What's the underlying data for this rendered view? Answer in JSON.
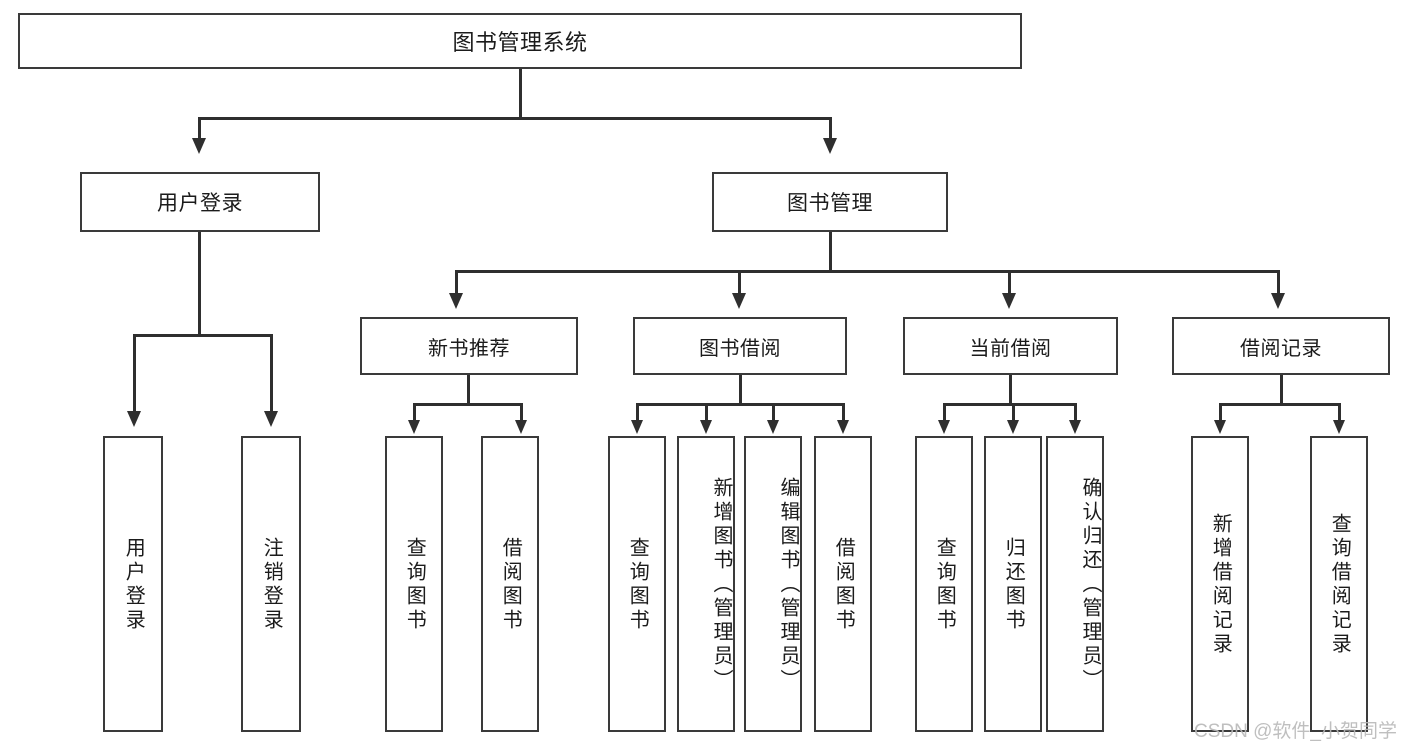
{
  "diagram": {
    "title": "图书管理系统",
    "type": "hierarchy-tree",
    "levels": 4,
    "root": {
      "label": "图书管理系统"
    },
    "level2": [
      {
        "label": "用户登录"
      },
      {
        "label": "图书管理"
      }
    ],
    "level3": [
      {
        "label": "新书推荐",
        "parent": "图书管理"
      },
      {
        "label": "图书借阅",
        "parent": "图书管理"
      },
      {
        "label": "当前借阅",
        "parent": "图书管理"
      },
      {
        "label": "借阅记录",
        "parent": "图书管理"
      }
    ],
    "leaves": [
      {
        "label": "用户登录",
        "parent": "用户登录"
      },
      {
        "label": "注销登录",
        "parent": "用户登录"
      },
      {
        "label": "查询图书",
        "parent": "新书推荐"
      },
      {
        "label": "借阅图书",
        "parent": "新书推荐"
      },
      {
        "label": "查询图书",
        "parent": "图书借阅"
      },
      {
        "label": "新增图书（管理员）",
        "parent": "图书借阅"
      },
      {
        "label": "编辑图书（管理员）",
        "parent": "图书借阅"
      },
      {
        "label": "借阅图书",
        "parent": "图书借阅"
      },
      {
        "label": "查询图书",
        "parent": "当前借阅"
      },
      {
        "label": "归还图书",
        "parent": "当前借阅"
      },
      {
        "label": "确认归还（管理员）",
        "parent": "当前借阅"
      },
      {
        "label": "新增借阅记录",
        "parent": "借阅记录"
      },
      {
        "label": "查询借阅记录",
        "parent": "借阅记录"
      }
    ],
    "colors": {
      "box_border": "#3a3a3a",
      "connector": "#2f2f2f",
      "background": "#ffffff",
      "text": "#1b1b1b",
      "watermark": "#b9b9b9"
    }
  },
  "watermark": {
    "text": "CSDN @软件_小贺同学"
  }
}
